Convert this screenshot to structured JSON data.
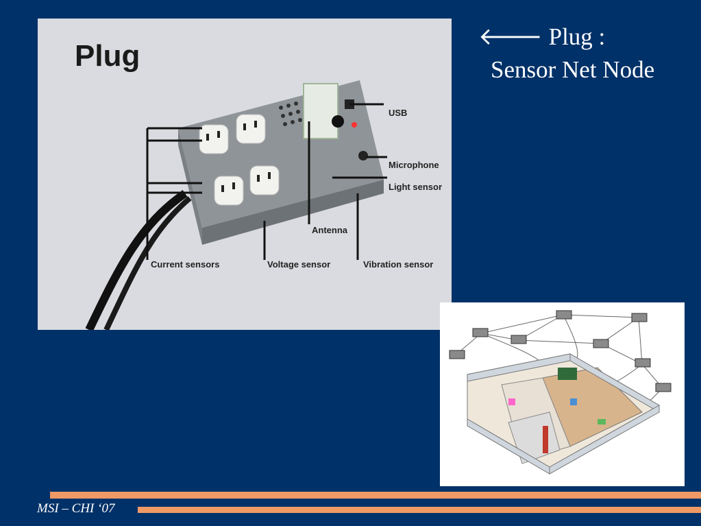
{
  "slide": {
    "title_arrow": "🡐",
    "title_line1": "Plug :",
    "title_line2": "Sensor Net Node",
    "footer": "MSI – CHI ‘07"
  },
  "photo": {
    "title": "Plug",
    "labels": {
      "usb": "USB",
      "microphone": "Microphone",
      "light_sensor": "Light sensor",
      "antenna": "Antenna",
      "current_sensors": "Current sensors",
      "voltage_sensor": "Voltage sensor",
      "vibration_sensor": "Vibration sensor"
    }
  },
  "colors": {
    "background": "#003168",
    "accent_bar": "#ee9966",
    "text": "#ffffff"
  }
}
